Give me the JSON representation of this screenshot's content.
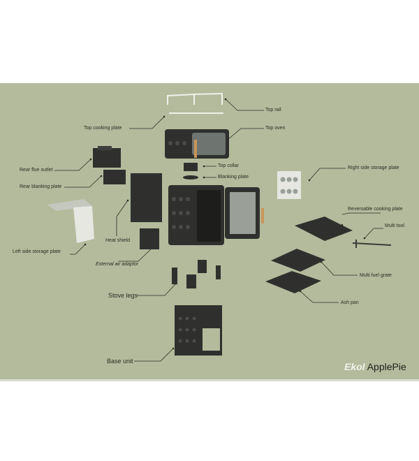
{
  "colors": {
    "background": "#b3bb9c",
    "parts": "#2f302e",
    "plates_light": "#e6e7e0",
    "leader_lines": "#2a2d22"
  },
  "labels": {
    "top_rail": "Top rail",
    "top_cooking_plate": "Top cooking plate",
    "top_oven": "Top oven",
    "top_collar": "Top collar",
    "blanking_plate": "Blanking plate",
    "right_side_storage_plate": "Right side storage plate",
    "rear_flue_outlet": "Rear flue outlet",
    "rear_blanking_plate": "Rear blanking plate",
    "reversable_cooking_plate": "Reversable cooking plate",
    "multi_tool": "Multi tool",
    "heat_shield": "Heat shield",
    "left_side_storage_plate": "Left side storage plate",
    "external_air_adaptor": "External air adaptor",
    "multi_fuel_grate": "Multi fuel grate",
    "stove_legs": "Stove legs",
    "ash_pan": "Ash pan",
    "base_unit": "Base unit"
  },
  "logo": {
    "brand": "Ekol",
    "product": "ApplePie"
  }
}
